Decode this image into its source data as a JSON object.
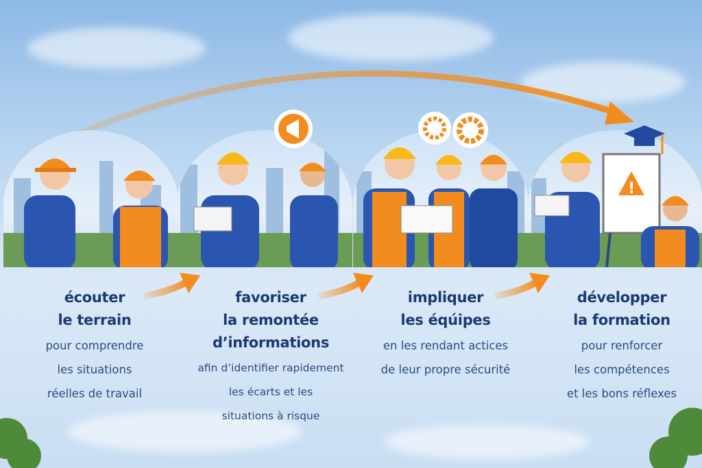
{
  "steps": [
    {
      "title": [
        "écouter",
        "le terrain"
      ],
      "body": [
        "pour comprendre",
        "les situations",
        "réelles de travail"
      ]
    },
    {
      "title": [
        "favoriser",
        "la remontée",
        "d’informations"
      ],
      "body": [
        "afin d’identifier rapidement",
        "les écarts et les",
        "situations à risque"
      ]
    },
    {
      "title": [
        "impliquer",
        "les éqúipes"
      ],
      "body": [
        "en les rendant actices",
        "de leur propre sécurité"
      ]
    },
    {
      "title": [
        "développer",
        "la formation"
      ],
      "body": [
        "pour renforcer",
        "les compétences",
        "et les bons réflexes"
      ]
    }
  ],
  "colors": {
    "accent": "#f28c1e",
    "title": "#1b3a72",
    "suit": "#2a55b0"
  }
}
